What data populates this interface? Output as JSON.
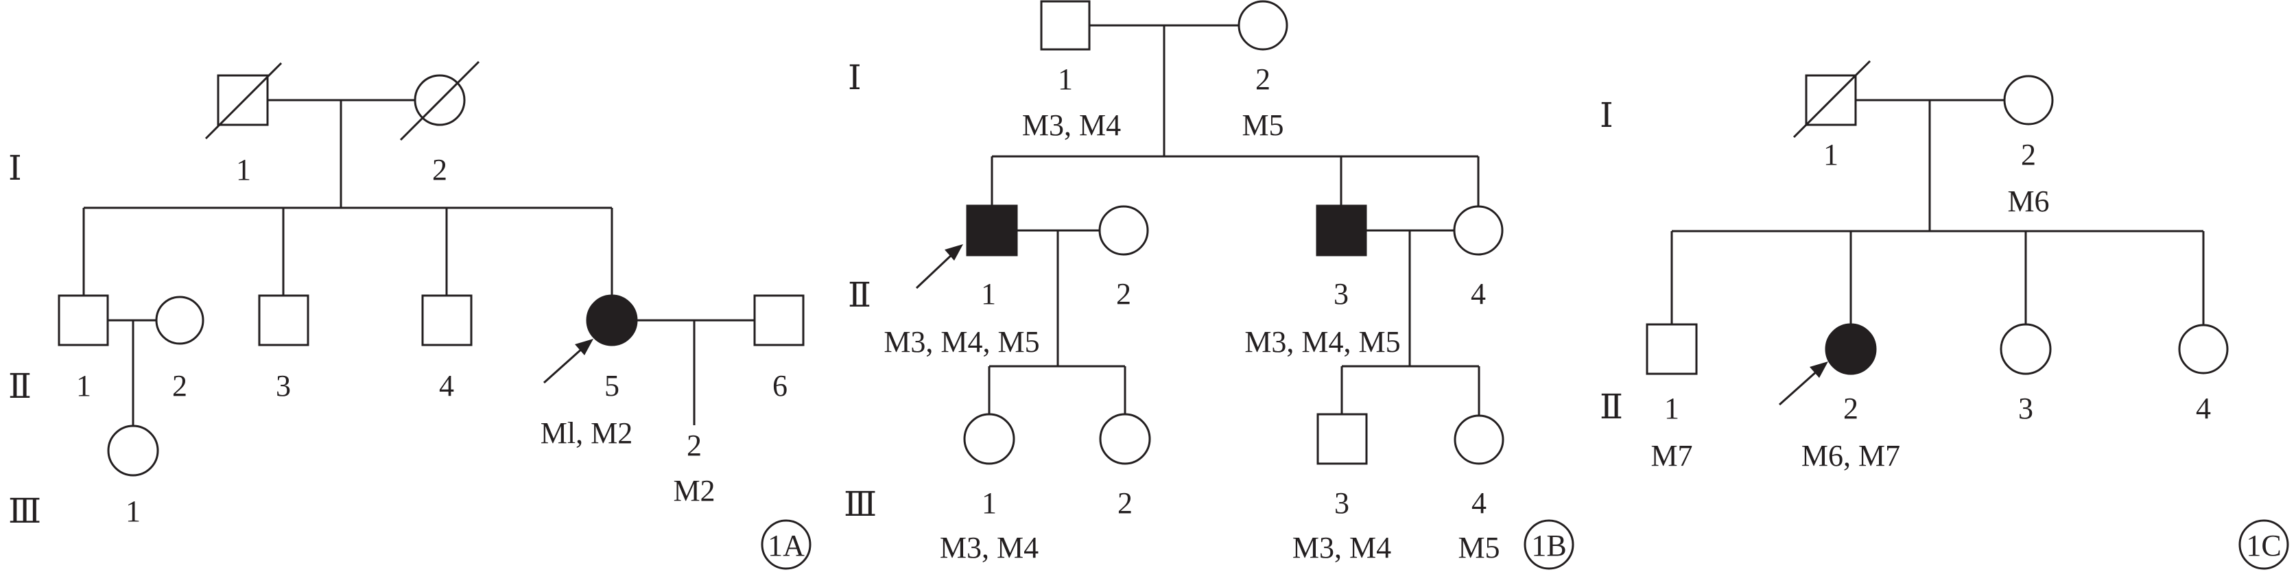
{
  "panels": [
    {
      "label": "1A",
      "generations": [
        "Ⅰ",
        "Ⅱ",
        "Ⅲ"
      ],
      "individuals": [
        {
          "key": "I-1",
          "number": "1",
          "sex": "male",
          "affected": false,
          "deceased": true,
          "proband": false,
          "markers": ""
        },
        {
          "key": "I-2",
          "number": "2",
          "sex": "female",
          "affected": false,
          "deceased": true,
          "proband": false,
          "markers": ""
        },
        {
          "key": "II-1",
          "number": "1",
          "sex": "male",
          "affected": false,
          "deceased": false,
          "proband": false,
          "markers": ""
        },
        {
          "key": "II-2",
          "number": "2",
          "sex": "female",
          "affected": false,
          "deceased": false,
          "proband": false,
          "markers": ""
        },
        {
          "key": "II-3",
          "number": "3",
          "sex": "male",
          "affected": false,
          "deceased": false,
          "proband": false,
          "markers": ""
        },
        {
          "key": "II-4",
          "number": "4",
          "sex": "male",
          "affected": false,
          "deceased": false,
          "proband": false,
          "markers": ""
        },
        {
          "key": "II-5",
          "number": "5",
          "sex": "female",
          "affected": true,
          "deceased": false,
          "proband": true,
          "markers": "Ml, M2"
        },
        {
          "key": "II-6",
          "number": "6",
          "sex": "male",
          "affected": false,
          "deceased": false,
          "proband": false,
          "markers": ""
        },
        {
          "key": "III-1",
          "number": "1",
          "sex": "female",
          "affected": false,
          "deceased": false,
          "proband": false,
          "markers": ""
        },
        {
          "key": "III-2",
          "number": "2",
          "sex": "unknown",
          "affected": false,
          "deceased": false,
          "proband": false,
          "markers": "M2"
        }
      ]
    },
    {
      "label": "1B",
      "generations": [
        "Ⅰ",
        "Ⅱ",
        "Ⅲ"
      ],
      "individuals": [
        {
          "key": "I-1",
          "number": "1",
          "sex": "male",
          "affected": false,
          "deceased": false,
          "proband": false,
          "markers": "M3, M4"
        },
        {
          "key": "I-2",
          "number": "2",
          "sex": "female",
          "affected": false,
          "deceased": false,
          "proband": false,
          "markers": "M5"
        },
        {
          "key": "II-1",
          "number": "1",
          "sex": "male",
          "affected": true,
          "deceased": false,
          "proband": true,
          "markers": "M3, M4, M5"
        },
        {
          "key": "II-2",
          "number": "2",
          "sex": "female",
          "affected": false,
          "deceased": false,
          "proband": false,
          "markers": ""
        },
        {
          "key": "II-3",
          "number": "3",
          "sex": "male",
          "affected": true,
          "deceased": false,
          "proband": false,
          "markers": "M3, M4, M5"
        },
        {
          "key": "II-4",
          "number": "4",
          "sex": "female",
          "affected": false,
          "deceased": false,
          "proband": false,
          "markers": ""
        },
        {
          "key": "III-1",
          "number": "1",
          "sex": "female",
          "affected": false,
          "deceased": false,
          "proband": false,
          "markers": "M3, M4"
        },
        {
          "key": "III-2",
          "number": "2",
          "sex": "female",
          "affected": false,
          "deceased": false,
          "proband": false,
          "markers": ""
        },
        {
          "key": "III-3",
          "number": "3",
          "sex": "male",
          "affected": false,
          "deceased": false,
          "proband": false,
          "markers": "M3, M4"
        },
        {
          "key": "III-4",
          "number": "4",
          "sex": "female",
          "affected": false,
          "deceased": false,
          "proband": false,
          "markers": "M5"
        }
      ]
    },
    {
      "label": "1C",
      "generations": [
        "Ⅰ",
        "Ⅱ"
      ],
      "individuals": [
        {
          "key": "I-1",
          "number": "1",
          "sex": "male",
          "affected": false,
          "deceased": true,
          "proband": false,
          "markers": ""
        },
        {
          "key": "I-2",
          "number": "2",
          "sex": "female",
          "affected": false,
          "deceased": false,
          "proband": false,
          "markers": "M6"
        },
        {
          "key": "II-1",
          "number": "1",
          "sex": "male",
          "affected": false,
          "deceased": false,
          "proband": false,
          "markers": "M7"
        },
        {
          "key": "II-2",
          "number": "2",
          "sex": "female",
          "affected": true,
          "deceased": false,
          "proband": true,
          "markers": "M6, M7"
        },
        {
          "key": "II-3",
          "number": "3",
          "sex": "female",
          "affected": false,
          "deceased": false,
          "proband": false,
          "markers": ""
        },
        {
          "key": "II-4",
          "number": "4",
          "sex": "female",
          "affected": false,
          "deceased": false,
          "proband": false,
          "markers": ""
        }
      ]
    }
  ],
  "colors": {
    "ink": "#231f20",
    "background": "#ffffff"
  }
}
